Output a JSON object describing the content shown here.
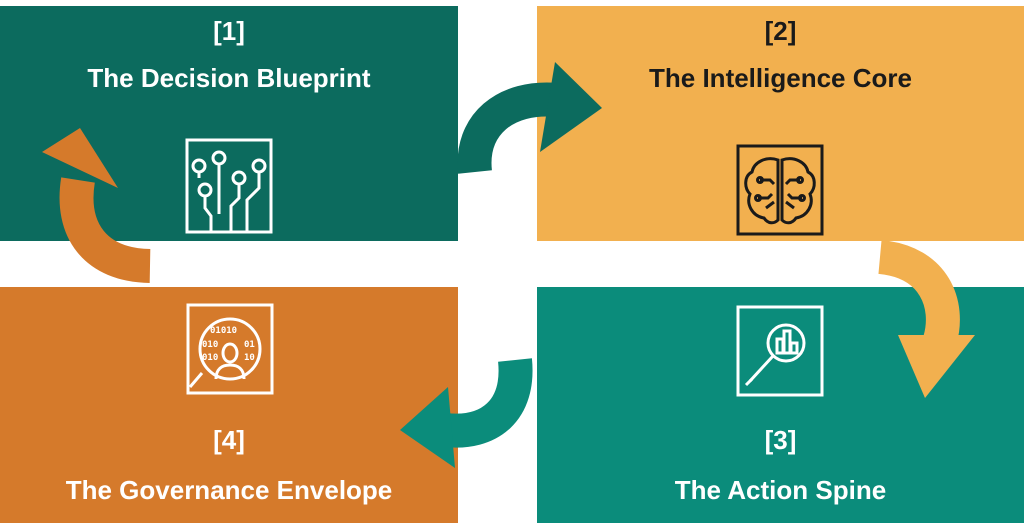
{
  "colors": {
    "step1": "#0c6b5e",
    "step2": "#f2b04f",
    "step3": "#0b8c7b",
    "step4": "#d57a2b"
  },
  "steps": [
    {
      "number": "[1]",
      "title": "The Decision Blueprint",
      "icon": "circuit-board-icon"
    },
    {
      "number": "[2]",
      "title": "The Intelligence Core",
      "icon": "ai-brain-icon"
    },
    {
      "number": "[3]",
      "title": "The Action Spine",
      "icon": "magnifier-chart-icon"
    },
    {
      "number": "[4]",
      "title": "The Governance Envelope",
      "icon": "data-person-icon"
    }
  ]
}
